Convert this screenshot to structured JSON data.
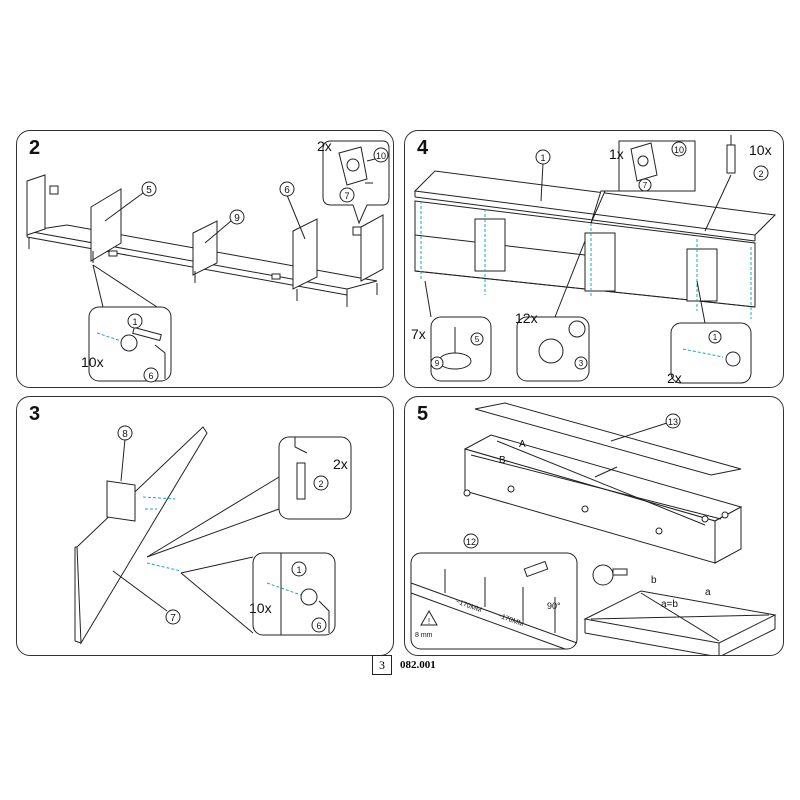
{
  "steps": {
    "s2": {
      "number": "2",
      "callouts": {
        "c5": "5",
        "c9": "9",
        "c6": "6",
        "c10": "10",
        "c7": "7",
        "c1": "1",
        "c6b": "6"
      },
      "qty_bracket": "2x",
      "qty_screw": "10x"
    },
    "s3": {
      "number": "3",
      "callouts": {
        "c8": "8",
        "c2": "2",
        "c7": "7",
        "c1": "1",
        "c6": "6"
      },
      "qty_dowel": "2x",
      "qty_screw": "10x"
    },
    "s4": {
      "number": "4",
      "callouts": {
        "c1top": "1",
        "c10": "10",
        "c7": "7",
        "c2": "2",
        "c5": "5",
        "c9": "9",
        "c3": "3",
        "c1b": "1"
      },
      "qty_bracket": "1x",
      "qty_dowel": "10x",
      "qty_foot": "7x",
      "qty_cam": "12x",
      "qty_screw": "2x"
    },
    "s5": {
      "number": "5",
      "callouts": {
        "c13": "13",
        "c12": "12"
      },
      "label_a": "A",
      "label_b": "B",
      "dim_left": "~170MM",
      "dim_right": "~170MM",
      "depth": "8 mm",
      "angle": "90°",
      "diag_a": "a",
      "diag_b": "b",
      "equation": "a=b"
    }
  },
  "footer": {
    "page": "3",
    "model": "082.001"
  }
}
